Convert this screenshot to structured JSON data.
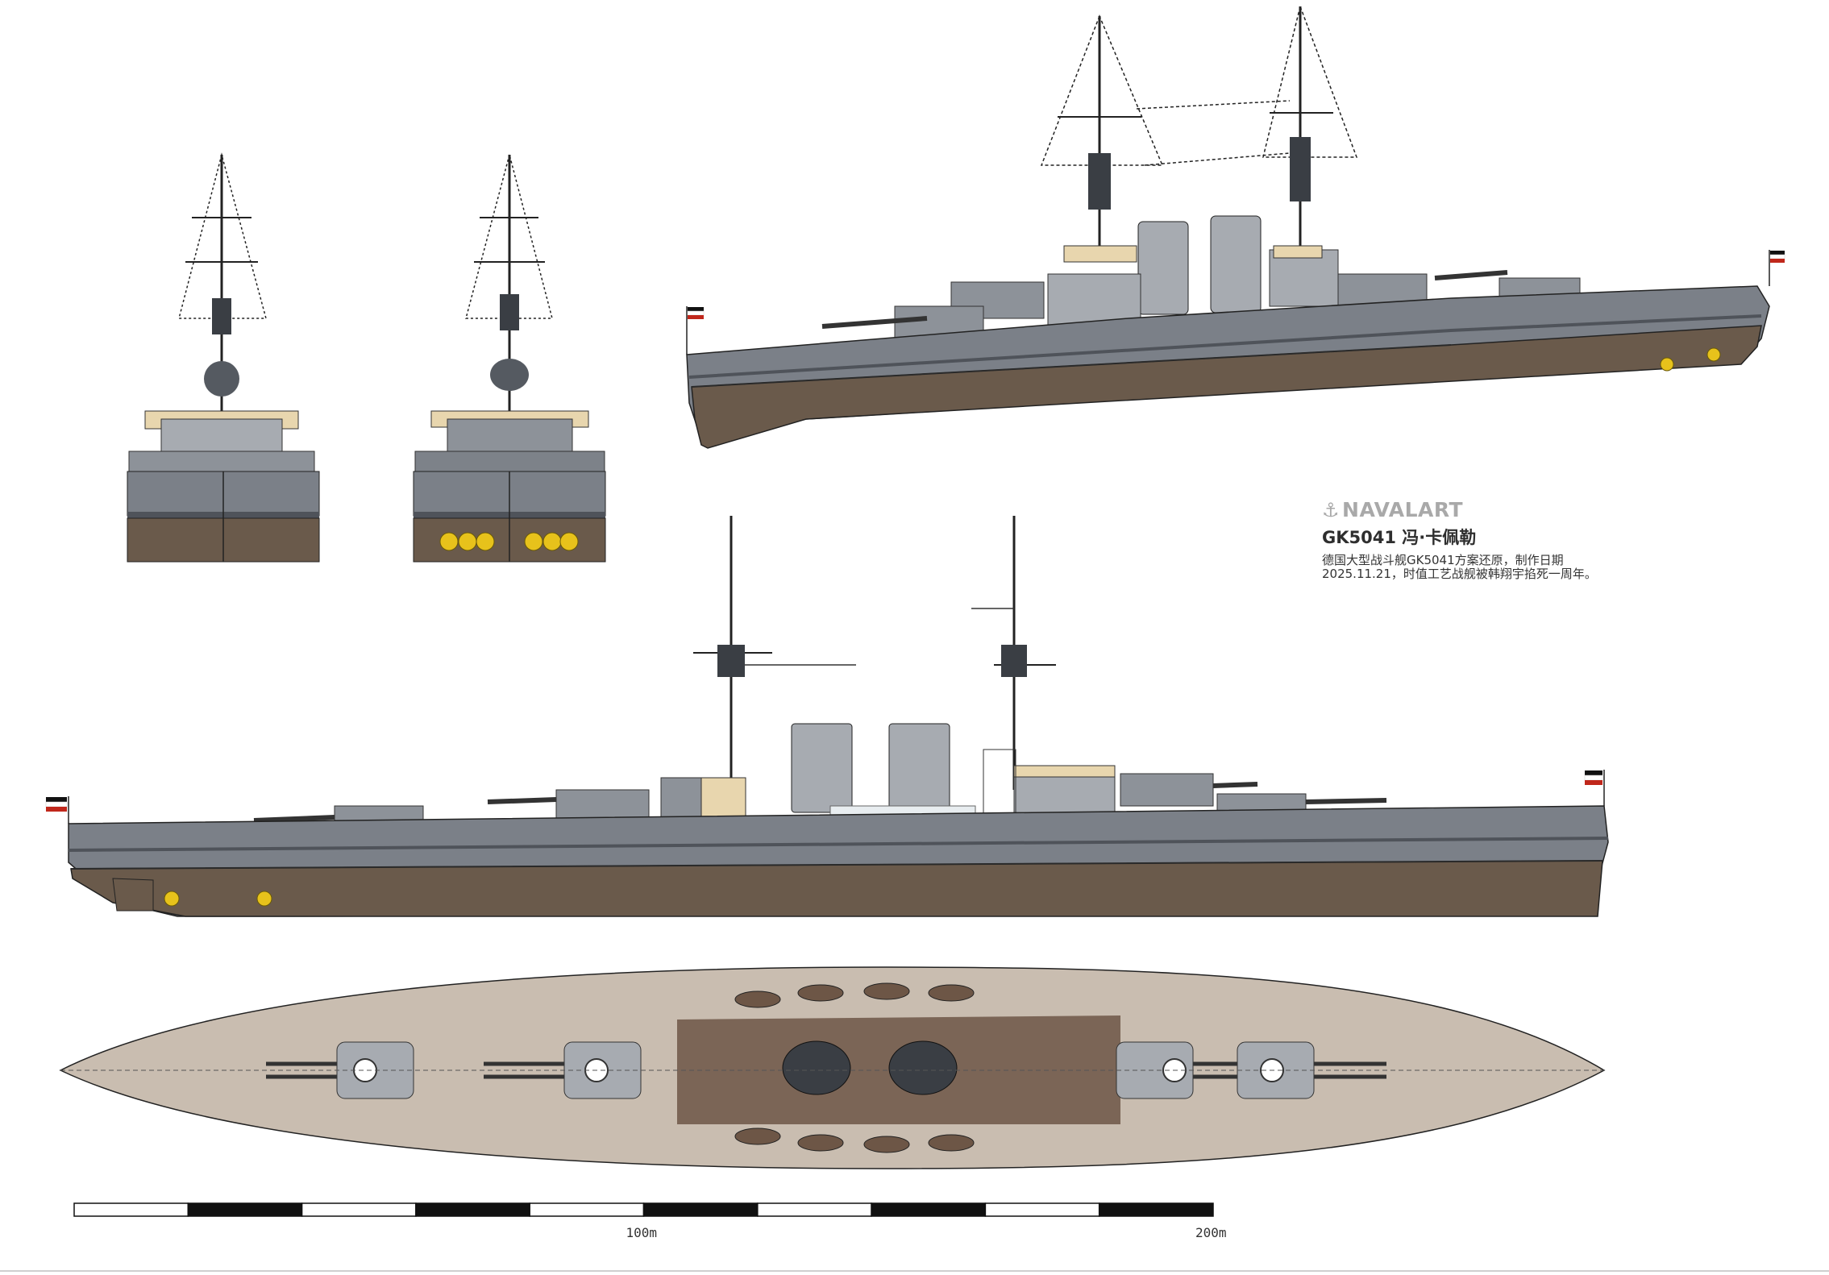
{
  "brand": {
    "anchor_icon": "anchor-icon",
    "name": "NAVALART"
  },
  "ship": {
    "title": "GK5041 冯·卡佩勒",
    "description": "德国大型战斗舰GK5041方案还原，制作日期2025.11.21，时值工艺战舰被韩翔宇掐死一周年。"
  },
  "scale_bar": {
    "labels": [
      {
        "text": "100m",
        "value_m": 100
      },
      {
        "text": "200m",
        "value_m": 200
      }
    ],
    "segments": 10,
    "segment_m": 20
  },
  "colors": {
    "hull_grey": "#7b8088",
    "hull_dark": "#4f535a",
    "antifouling": "#6a5a4b",
    "superstructure": "#a7abb1",
    "deck_wood": "#c9bdb0",
    "deck_dark": "#6d5646",
    "buff": "#e8d6ae",
    "propeller": "#e7c21b",
    "line": "#1a1a1a"
  }
}
